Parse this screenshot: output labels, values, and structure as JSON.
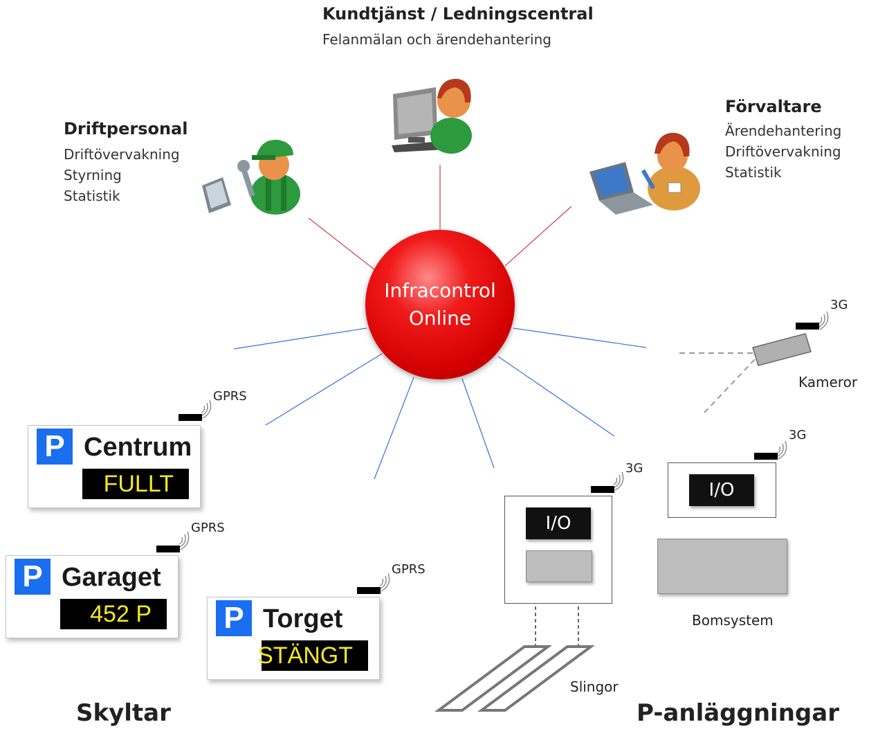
{
  "hub": {
    "line1": "Infracontrol",
    "line2": "Online"
  },
  "roles": {
    "kundtjanst": {
      "title": "Kundtjänst / Ledningscentral",
      "lines": [
        "Felanmälan och ärendehantering"
      ]
    },
    "driftpersonal": {
      "title": "Driftpersonal",
      "lines": [
        "Driftövervakning",
        "Styrning",
        "Statistik"
      ]
    },
    "forvaltare": {
      "title": "Förvaltare",
      "lines": [
        "Ärendehantering",
        "Driftövervakning",
        "Statistik"
      ]
    }
  },
  "signs": [
    {
      "name": "Centrum",
      "display": "FULLT",
      "badge": "P",
      "link": "GPRS"
    },
    {
      "name": "Garaget",
      "display": "452 P",
      "badge": "P",
      "link": "GPRS"
    },
    {
      "name": "Torget",
      "display": "STÄNGT",
      "badge": "P",
      "link": "GPRS"
    }
  ],
  "facilities": {
    "io_label": "I/O",
    "kameror": {
      "label": "Kameror",
      "link": "3G"
    },
    "slingor": {
      "label": "Slingor",
      "link": "3G"
    },
    "bomsystem": {
      "label": "Bomsystem",
      "link": "3G"
    }
  },
  "sections": {
    "skyltar": "Skyltar",
    "p_anlaggningar": "P-anläggningar"
  },
  "colors": {
    "hub": "#d80000",
    "user_links": "#d04040",
    "device_links": "#3a6fd8",
    "p_badge": "#1a6ef0",
    "display_text": "#f2e820"
  }
}
